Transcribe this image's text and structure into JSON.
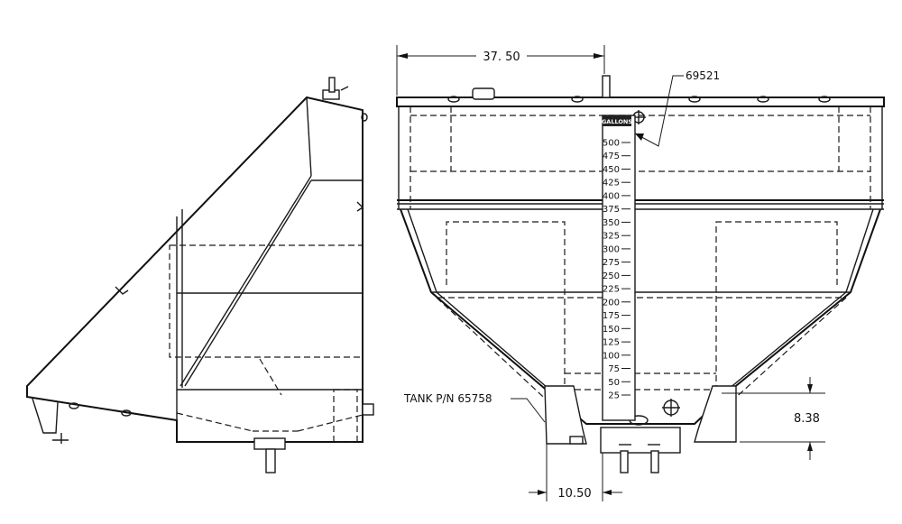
{
  "dimensions": {
    "width": "37. 50",
    "height": "8.38",
    "spacing": "10.50"
  },
  "callouts": {
    "part_ref": "69521",
    "tank_label": "TANK P/N 65758"
  },
  "gauge": {
    "header": "GALLONS",
    "marks": [
      "500",
      "475",
      "450",
      "425",
      "400",
      "375",
      "350",
      "325",
      "300",
      "275",
      "250",
      "225",
      "200",
      "175",
      "150",
      "125",
      "100",
      "75",
      "50",
      "25"
    ]
  }
}
